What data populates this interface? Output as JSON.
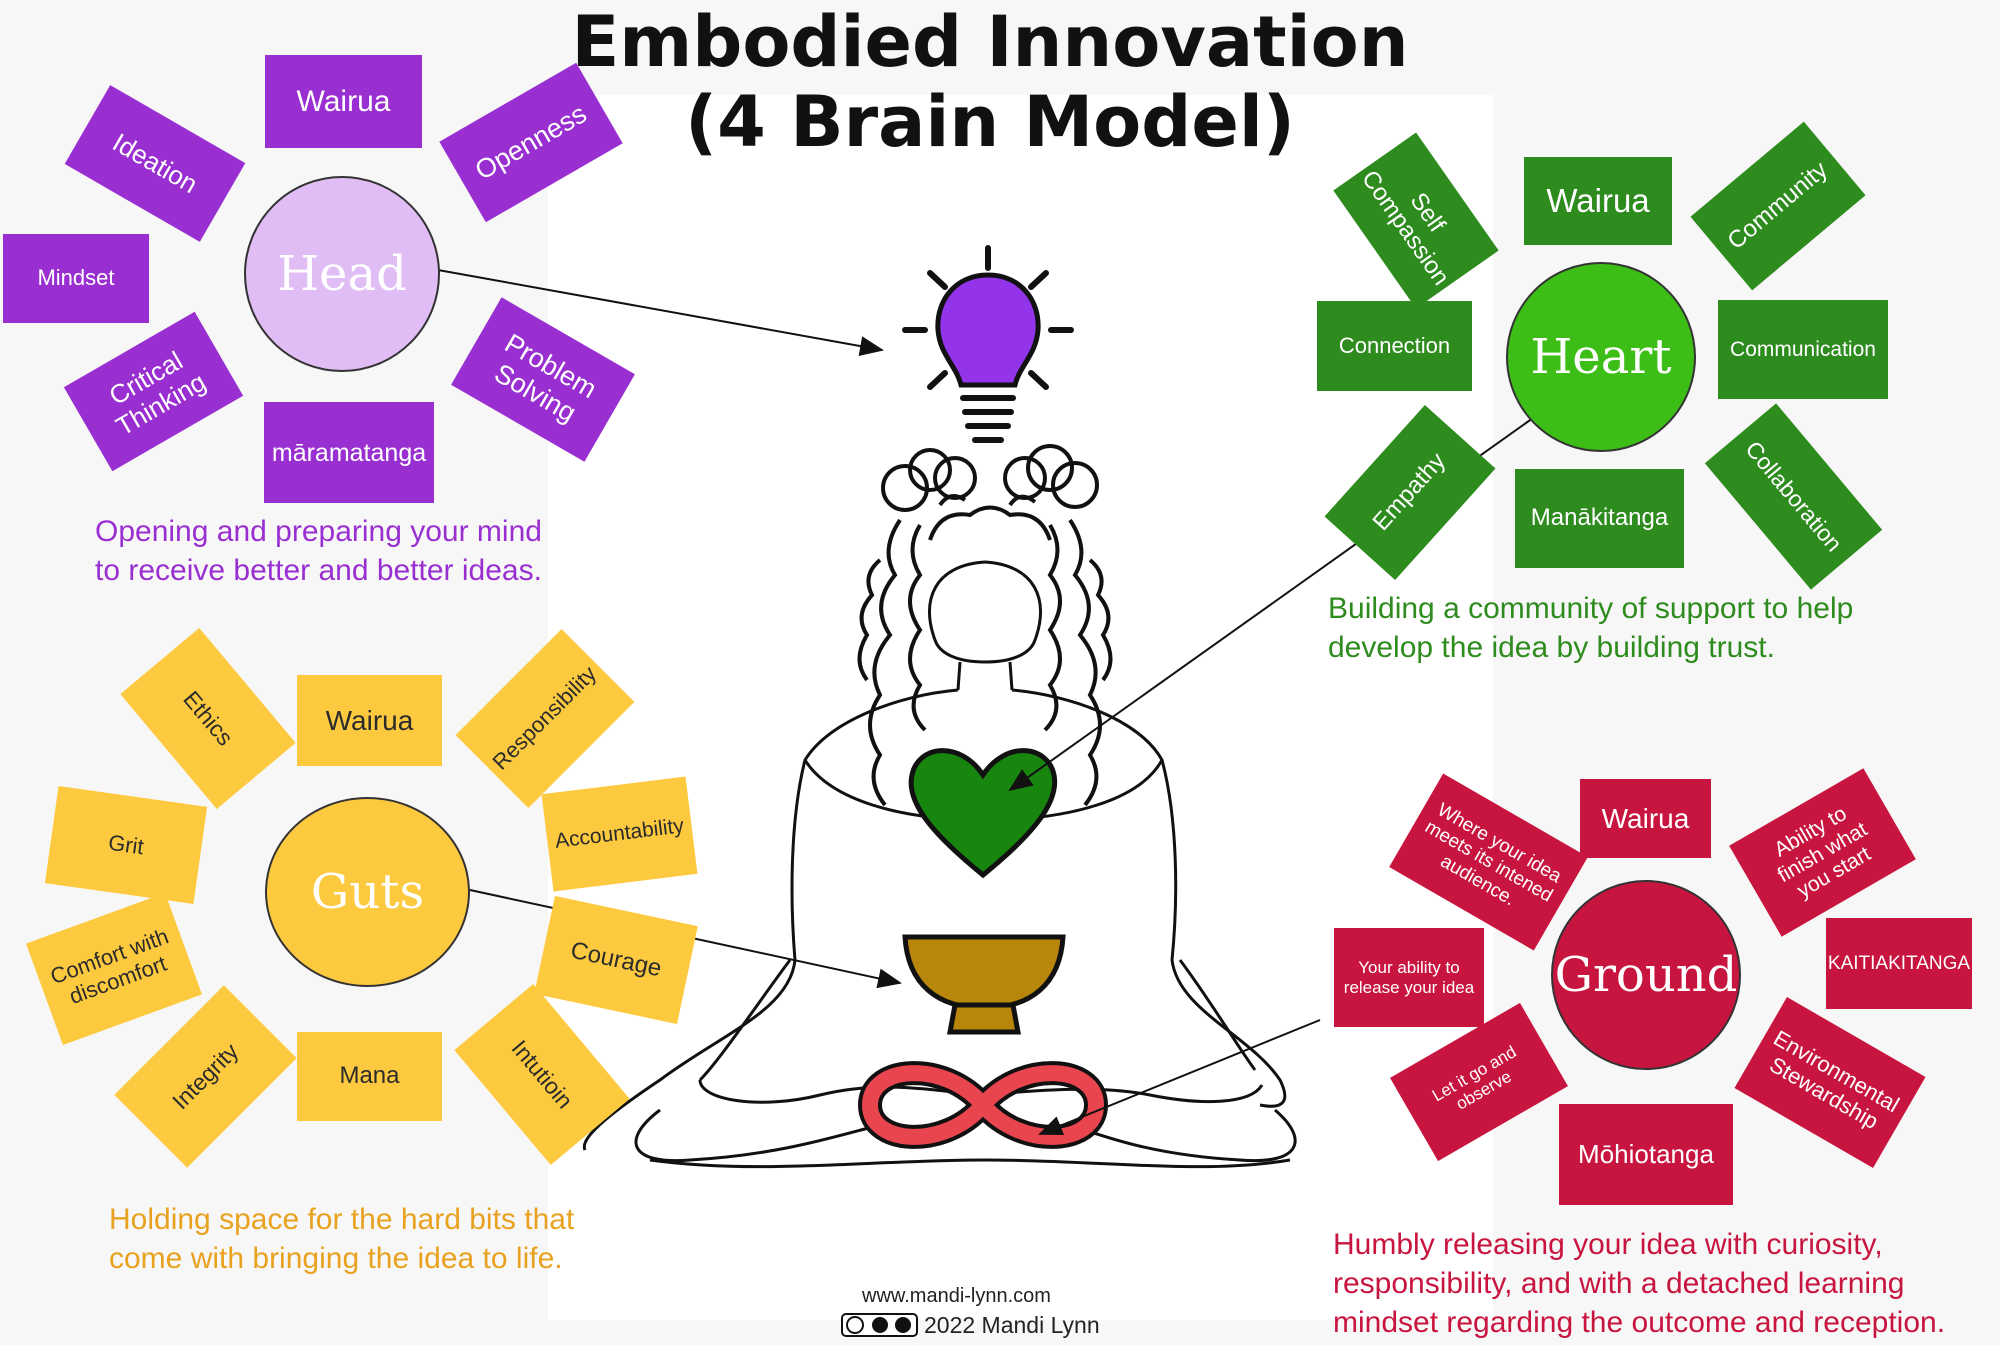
{
  "title": {
    "line1": "Embodied Innovation",
    "line2": "(4 Brain Model)"
  },
  "colors": {
    "head": "#9a2fd1",
    "head_hub": "#e0bdf5",
    "heart": "#2e8b1e",
    "heart_hub": "#3dbe17",
    "guts": "#fdca3f",
    "ground": "#c8153f",
    "bowl": "#b8860b",
    "infinity": "#e8454f"
  },
  "head": {
    "hub": "Head",
    "tags": [
      "Wairua",
      "Openness",
      "Ideation",
      "Mindset",
      "Critical\nThinking",
      "Problem\nSolving",
      "māramatanga"
    ],
    "caption": "Opening and preparing your mind\nto receive better and better ideas."
  },
  "heart": {
    "hub": "Heart",
    "tags": [
      "Self\nCompassion",
      "Wairua",
      "Community",
      "Connection",
      "Communication",
      "Empathy",
      "Manākitanga",
      "Collaboration"
    ],
    "caption": "Building  a community of support to help\ndevelop the idea by building trust."
  },
  "guts": {
    "hub": "Guts",
    "tags": [
      "Ethics",
      "Wairua",
      "Responsibility",
      "Accountability",
      "Grit",
      "Courage",
      "Comfort with\ndiscomfort",
      "Integrity",
      "Mana",
      "Intutioin"
    ],
    "caption": "Holding space for the hard bits that\ncome with bringing the idea to life."
  },
  "ground": {
    "hub": "Ground",
    "tags": [
      "Wairua",
      "Where your  idea\nmeets its intened\naudience.",
      "Ability to\nfinish what\nyou start",
      "Your ability to\nrelease your idea",
      "KAITIAKITANGA",
      "Environmental\nStewardship",
      "Let it go and\nobserve",
      "Mōhiotanga"
    ],
    "caption": "Humbly releasing your idea with curiosity,\nresponsibility, and with a detached learning\nmindset regarding the outcome and reception."
  },
  "footer": {
    "url": "www.mandi-lynn.com",
    "copyright": "2022 Mandi Lynn",
    "license_badge": "cc BY ND"
  }
}
